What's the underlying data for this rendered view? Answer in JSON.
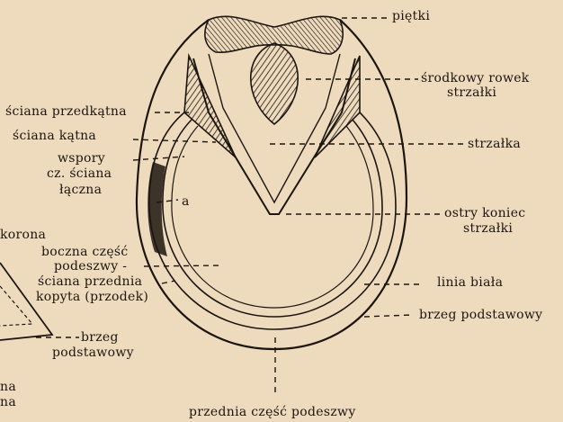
{
  "labels": {
    "pietki": "piętki",
    "srodkowy_1": "środkowy rowek",
    "srodkowy_2": "strzałki",
    "sciana_przedkatna": "ściana przedkątna",
    "sciana_katna": "ściana kątna",
    "wspory_1": "wspory",
    "wspory_2": "cz. ściana",
    "wspory_3": "łączna",
    "strzalka": "strzałka",
    "a": "a",
    "ostry_1": "ostry koniec",
    "ostry_2": "strzałki",
    "korona": "korona",
    "boczna_1": "boczna część",
    "boczna_2": "podeszwy -",
    "sciana_przednia_1": "ściana przednia",
    "sciana_przednia_2": "kopyta (przodek)",
    "linia_biala": "linia biała",
    "brzeg_podstawowy_right": "brzeg podstawowy",
    "brzeg_1": "brzeg",
    "brzeg_2": "podstawowy",
    "na_1": "na",
    "na_2": "na",
    "przednia": "przednia część podeszwy"
  }
}
